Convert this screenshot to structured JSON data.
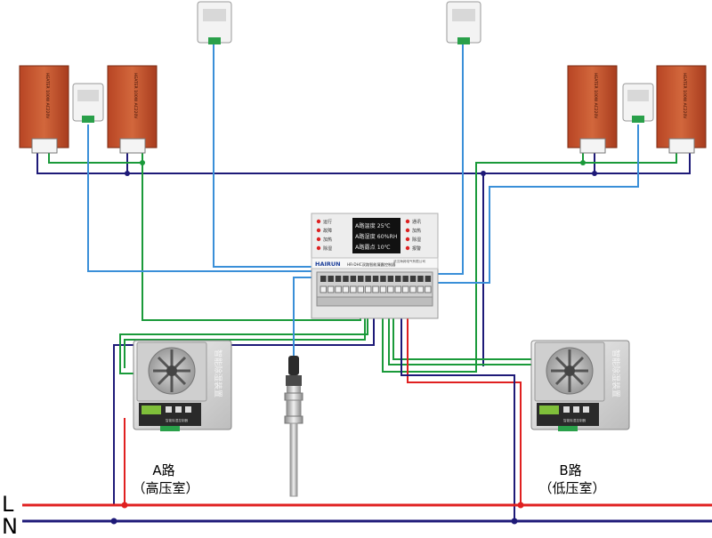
{
  "colors": {
    "live": "#e02020",
    "neutral": "#1e1a78",
    "signal_green": "#1a9a3a",
    "signal_blue": "#3a8fd8",
    "heater": "#c8502a",
    "heater_dark": "#8e2e14",
    "panel": "#d9d9d9",
    "display_bg": "#111111",
    "display_text": "#e6e6e6"
  },
  "power_lines": {
    "live_label": "L",
    "neutral_label": "N"
  },
  "sections": {
    "a": {
      "line1": "A路",
      "line2": "（高压室）"
    },
    "b": {
      "line1": "B路",
      "line2": "（低压室）"
    }
  },
  "controller": {
    "display_rows": [
      "A路温度 25℃",
      "A路湿度 60%RH",
      "A路露点 10℃"
    ],
    "left_leds": [
      "运行",
      "故障",
      "加热",
      "除湿"
    ],
    "right_leds": [
      "通讯",
      "加热",
      "除湿",
      "报警"
    ],
    "brand": "HAIRUN",
    "model_line": "HR-DHC双路智能凝露控制器",
    "company": "武汉海润电气有限公司"
  },
  "dehumidifier": {
    "side_text": "智能除湿装置",
    "panel_label": "智能除湿控制器"
  },
  "heater": {
    "side_text": "HEATER 100W AC220V"
  }
}
